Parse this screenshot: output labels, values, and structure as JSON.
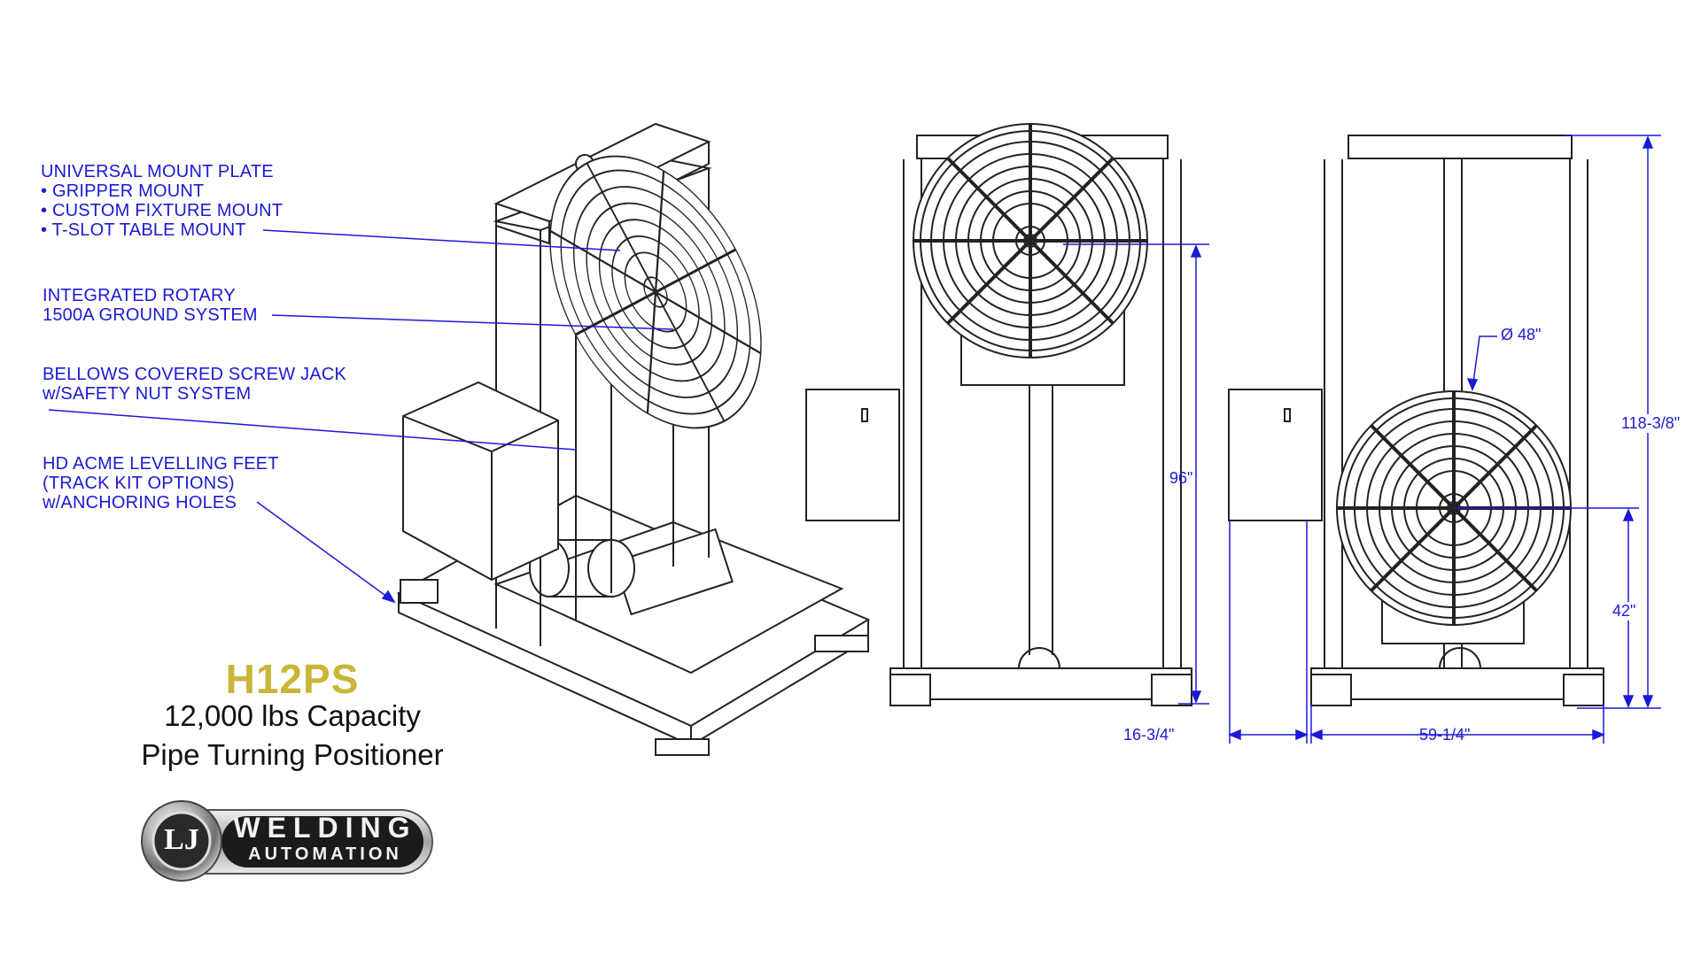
{
  "callouts": {
    "mount_plate": {
      "title": "UNIVERSAL MOUNT PLATE",
      "items": [
        "• GRIPPER MOUNT",
        "• CUSTOM FIXTURE MOUNT",
        "• T-SLOT TABLE MOUNT"
      ]
    },
    "ground": {
      "line1": "INTEGRATED ROTARY",
      "line2": "1500A GROUND SYSTEM"
    },
    "screw_jack": {
      "line1": "BELLOWS COVERED SCREW JACK",
      "line2": "w/SAFETY NUT SYSTEM"
    },
    "feet": {
      "line1": "HD ACME LEVELLING FEET",
      "line2": "(TRACK KIT OPTIONS)",
      "line3": "w/ANCHORING HOLES"
    }
  },
  "dimensions": {
    "height_front": "96\"",
    "depth": "16-3/4\"",
    "width": "59-1/4\"",
    "table_diameter": "Ø 48\"",
    "overall_height": "118-3/8\"",
    "center_height": "42\""
  },
  "product": {
    "model": "H12PS",
    "capacity": "12,000 lbs Capacity",
    "description": "Pipe Turning Positioner"
  },
  "logo": {
    "line1": "WELDING",
    "line2": "AUTOMATION",
    "mark": "LJ"
  },
  "colors": {
    "callout": "#1a1ad6",
    "model": "#c9b637",
    "line": "#222222"
  }
}
